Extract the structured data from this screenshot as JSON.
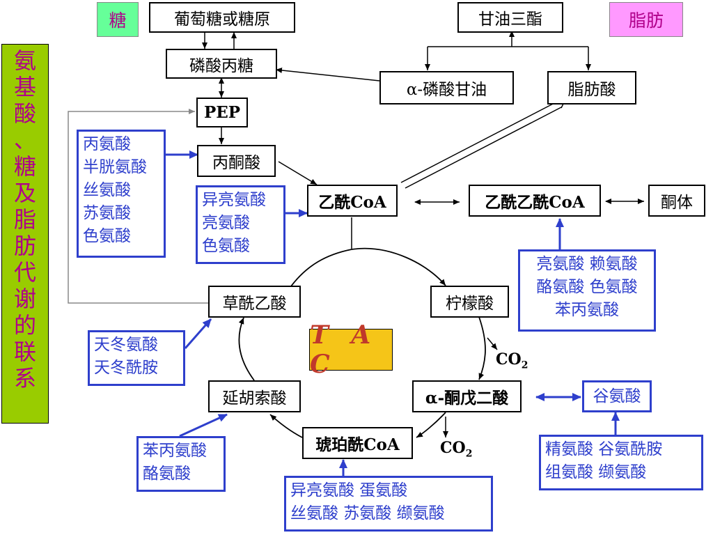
{
  "labels": {
    "sugar": "糖",
    "fat": "脂肪",
    "side_title": [
      "氨",
      "基",
      "酸",
      "、",
      "糖",
      "及",
      "脂",
      "肪",
      "代",
      "谢",
      "的",
      "联",
      "系"
    ],
    "tac": "T A C",
    "co2_1": "CO",
    "co2_2": "CO",
    "co2_sub": "2"
  },
  "nodes": {
    "glucose": "葡萄糖或糖原",
    "triglyceride": "甘油三酯",
    "phospho_triose": "磷酸丙糖",
    "glycerol_p": "α-磷酸甘油",
    "fatty_acid": "脂肪酸",
    "pep": "PEP",
    "pyruvate": "丙酮酸",
    "acetyl_coa": "乙酰CoA",
    "acetoacetyl_coa": "乙酰乙酰CoA",
    "ketone": "酮体",
    "oxaloacetate": "草酰乙酸",
    "citrate": "柠檬酸",
    "akg": "α-酮戊二酸",
    "fumarate": "延胡索酸",
    "succinyl_coa": "琥珀酰CoA",
    "glutamate": "谷氨酸"
  },
  "amino_groups": {
    "to_pyruvate": [
      "丙氨酸",
      "半胱氨酸",
      "丝氨酸",
      "苏氨酸",
      "色氨酸"
    ],
    "to_acetyl": [
      "异亮氨酸",
      "亮氨酸",
      "色氨酸"
    ],
    "to_acetoacetyl": [
      "亮氨酸  赖氨酸",
      "酪氨酸  色氨酸",
      "苯丙氨酸"
    ],
    "to_oxaloacetate": [
      "天冬氨酸",
      "天冬酰胺"
    ],
    "to_fumarate": [
      "苯丙氨酸",
      "酪氨酸"
    ],
    "to_succinyl": [
      "异亮氨酸   蛋氨酸",
      "丝氨酸  苏氨酸  缬氨酸"
    ],
    "to_glutamate": [
      "精氨酸   谷氨酰胺",
      "组氨酸   缬氨酸"
    ]
  }
}
